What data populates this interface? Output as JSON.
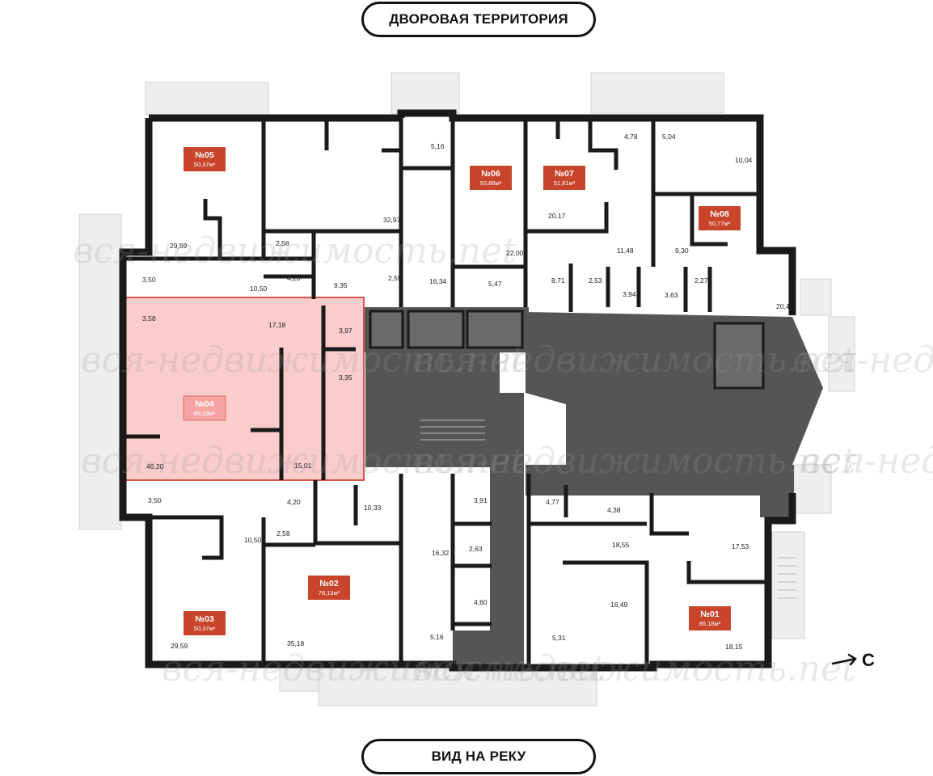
{
  "labels": {
    "top": "ДВОРОВАЯ ТЕРРИТОРИЯ",
    "bottom": "ВИД НА РЕКУ",
    "compass": "С",
    "watermark": "вся-недвижимость.net"
  },
  "colors": {
    "wall": "#1a1a1a",
    "common": "#555555",
    "badge": "#c8452b",
    "highlight": "#f6a3a3",
    "highlight_border": "#d9534f",
    "balcony": "#eeeeee"
  },
  "apartments": [
    {
      "number": "№05",
      "area": "50,37м²"
    },
    {
      "number": "№06",
      "area": "93,88м²"
    },
    {
      "number": "№07",
      "area": "51,61м²"
    },
    {
      "number": "№08",
      "area": "50,77м²"
    },
    {
      "number": "№04",
      "area": "89,29м²"
    },
    {
      "number": "№03",
      "area": "50,37м²"
    },
    {
      "number": "№02",
      "area": "78,13м²"
    },
    {
      "number": "№01",
      "area": "85,18м²"
    }
  ],
  "rooms": [
    "5,16",
    "32,97",
    "29,59",
    "2,58",
    "4,20",
    "3,50",
    "10,50",
    "9,35",
    "2,59",
    "16,34",
    "22,00",
    "5,47",
    "4,78",
    "20,17",
    "11,48",
    "8,71",
    "2,53",
    "3,94",
    "5,04",
    "10,04",
    "9,30",
    "3,63",
    "2,27",
    "20,49",
    "3,58",
    "17,18",
    "3,97",
    "3,35",
    "46,20",
    "15,01",
    "4,20",
    "3,50",
    "10,33",
    "3,91",
    "10,50",
    "2,58",
    "16,32",
    "2,63",
    "4,60",
    "29,59",
    "35,18",
    "5,16",
    "4,77",
    "4,38",
    "18,55",
    "17,53",
    "16,49",
    "5,31",
    "18,15"
  ]
}
